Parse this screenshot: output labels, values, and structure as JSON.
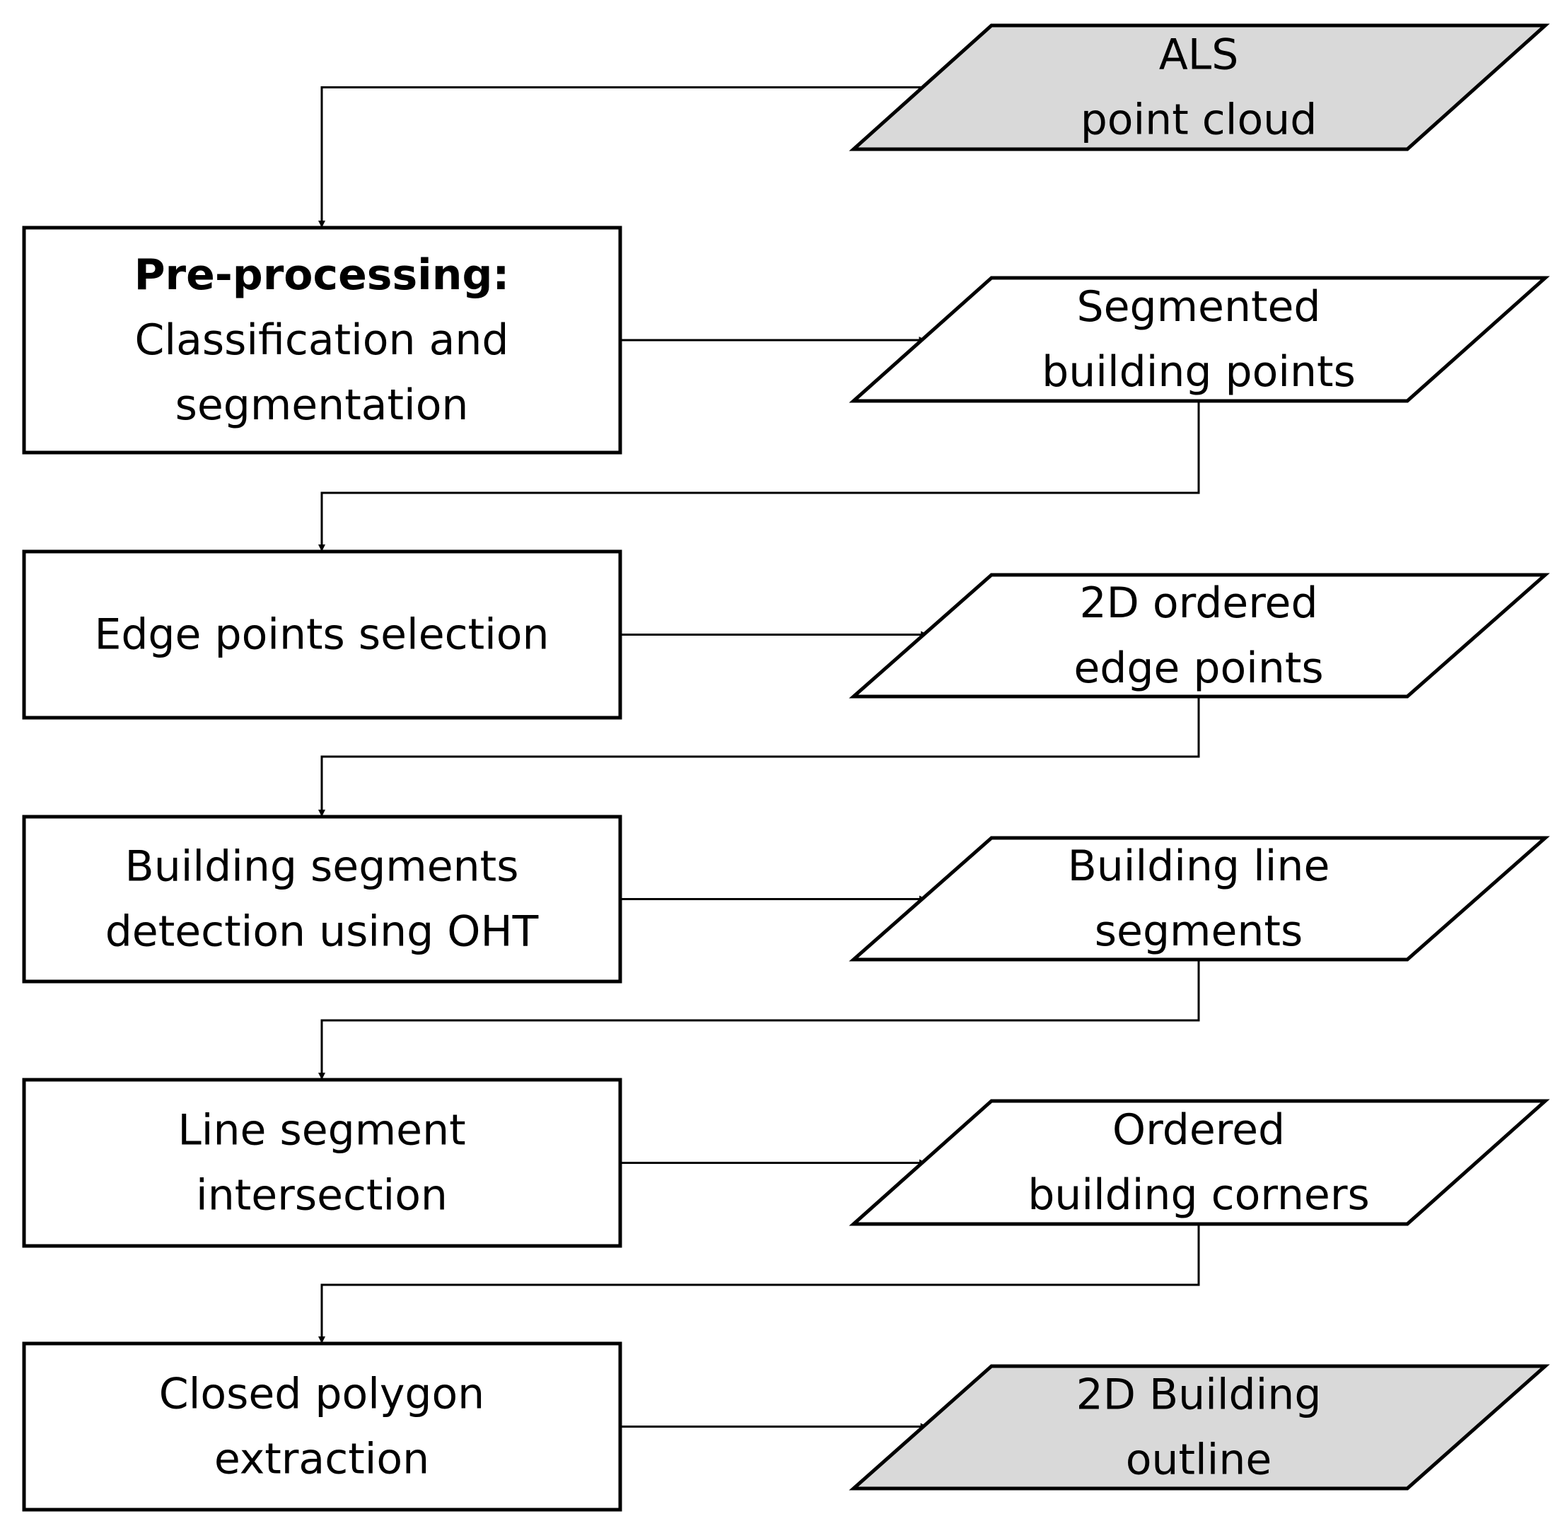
{
  "colors": {
    "line": "#000000",
    "process_fill": "#ffffff",
    "data_fill": "#ffffff",
    "terminal_fill": "#d9d9d9"
  },
  "input": {
    "name": "als-point-cloud",
    "lines": [
      "ALS",
      "point cloud"
    ],
    "fill": "#d9d9d9"
  },
  "processes": [
    {
      "name": "process-preprocessing",
      "lines": [
        {
          "text": "Pre-processing:",
          "bold": true
        },
        {
          "text": "Classification and",
          "bold": false
        },
        {
          "text": "segmentation",
          "bold": false
        }
      ]
    },
    {
      "name": "process-edge-points-selection",
      "lines": [
        {
          "text": "Edge points selection",
          "bold": false
        }
      ]
    },
    {
      "name": "process-building-segments-detection",
      "lines": [
        {
          "text": "Building segments",
          "bold": false
        },
        {
          "text": "detection using OHT",
          "bold": false
        }
      ]
    },
    {
      "name": "process-line-segment-intersection",
      "lines": [
        {
          "text": "Line segment",
          "bold": false
        },
        {
          "text": "intersection",
          "bold": false
        }
      ]
    },
    {
      "name": "process-closed-polygon-extraction",
      "lines": [
        {
          "text": "Closed polygon",
          "bold": false
        },
        {
          "text": "extraction",
          "bold": false
        }
      ]
    }
  ],
  "outputs": [
    {
      "name": "data-segmented-building-points",
      "lines": [
        "Segmented",
        "building points"
      ],
      "fill": "#ffffff"
    },
    {
      "name": "data-2d-ordered-edge-points",
      "lines": [
        "2D ordered",
        "edge points"
      ],
      "fill": "#ffffff"
    },
    {
      "name": "data-building-line-segments",
      "lines": [
        "Building line",
        "segments"
      ],
      "fill": "#ffffff"
    },
    {
      "name": "data-ordered-building-corners",
      "lines": [
        "Ordered",
        "building corners"
      ],
      "fill": "#ffffff"
    },
    {
      "name": "data-2d-building-outline",
      "lines": [
        "2D Building",
        "outline"
      ],
      "fill": "#d9d9d9"
    }
  ]
}
